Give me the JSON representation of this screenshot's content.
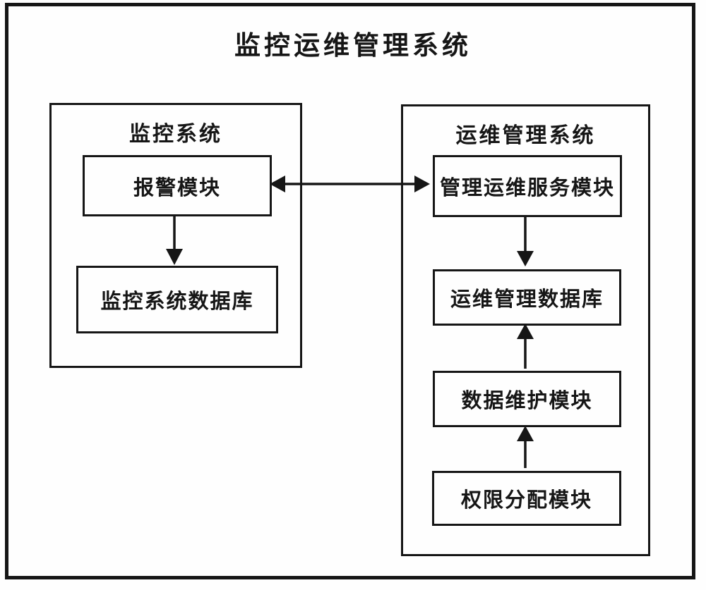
{
  "diagram": {
    "title": "监控运维管理系统",
    "colors": {
      "ink": "#161616",
      "paper": "#ffffff"
    },
    "left_group": {
      "title": "监控系统",
      "boxes": [
        {
          "label": "报警模块"
        },
        {
          "label": "监控系统数据库"
        }
      ]
    },
    "right_group": {
      "title": "运维管理系统",
      "boxes": [
        {
          "label": "管理运维服务模块"
        },
        {
          "label": "运维管理数据库"
        },
        {
          "label": "数据维护模块"
        },
        {
          "label": "权限分配模块"
        }
      ]
    },
    "connections": [
      {
        "from": "报警模块",
        "to": "管理运维服务模块",
        "type": "bidirectional"
      },
      {
        "from": "报警模块",
        "to": "监控系统数据库",
        "type": "directed"
      },
      {
        "from": "管理运维服务模块",
        "to": "运维管理数据库",
        "type": "directed"
      },
      {
        "from": "数据维护模块",
        "to": "运维管理数据库",
        "type": "directed"
      },
      {
        "from": "权限分配模块",
        "to": "数据维护模块",
        "type": "directed"
      }
    ]
  }
}
